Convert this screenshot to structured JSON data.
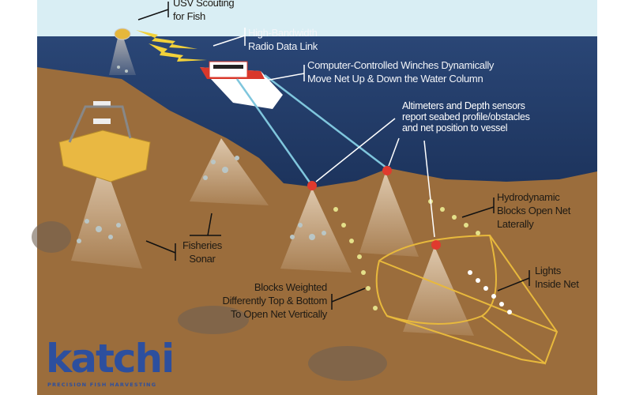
{
  "labels": {
    "usv": [
      "USV Scouting",
      "for Fish"
    ],
    "radio": [
      "High-Bandwidth",
      "Radio Data Link"
    ],
    "winches": [
      "Computer-Controlled Winches Dynamically",
      "Move Net Up & Down the Water Column"
    ],
    "altimeters": [
      "Altimeters and Depth sensors",
      "report seabed profile/obstacles",
      "and net position to vessel"
    ],
    "hydrodynamic": [
      "Hydrodynamic",
      "Blocks Open Net",
      "Laterally"
    ],
    "sonar": [
      "Fisheries",
      "Sonar"
    ],
    "blocks": [
      "Blocks Weighted",
      "Differently Top & Bottom",
      "To Open Net Vertically"
    ],
    "lights": [
      "Lights",
      "Inside Net"
    ]
  },
  "logo": {
    "name": "katchi",
    "tagline": "PRECISION FISH HARVESTING"
  },
  "colors": {
    "sky": "#d9eef4",
    "sea": "#1d3866",
    "seabed": "#9b6d3c",
    "net": "#e8b93c",
    "vessel": "#d9382b",
    "logo": "#2d4f9e",
    "cable": "#7fc6dd"
  }
}
